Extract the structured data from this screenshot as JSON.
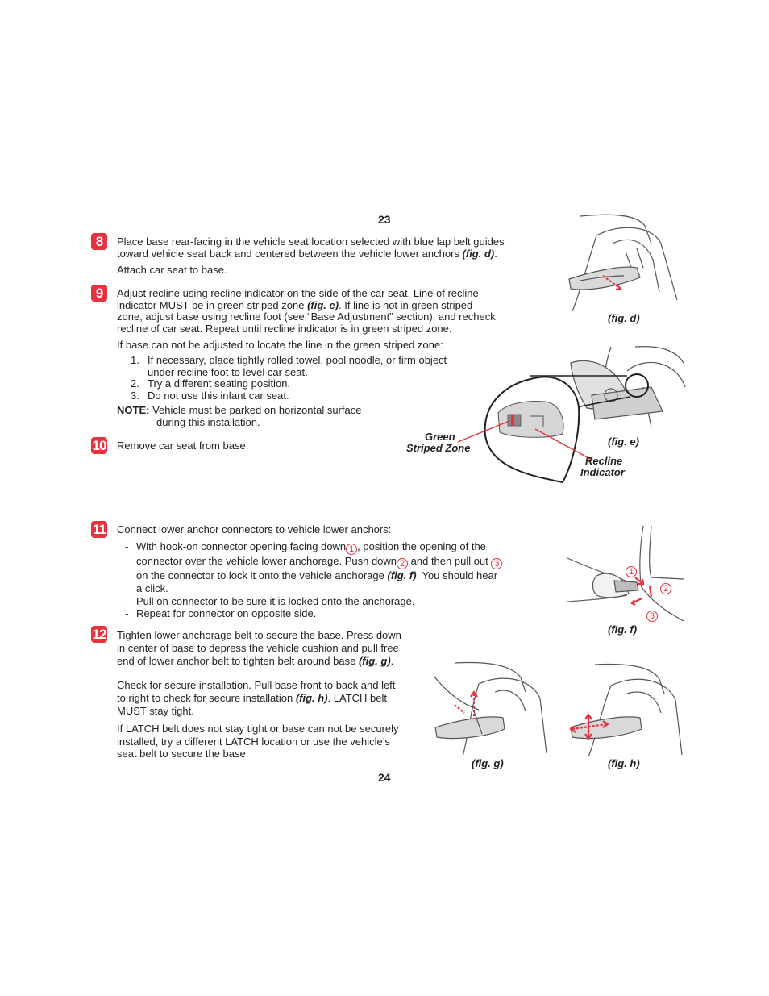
{
  "page_top": "23",
  "page_bottom": "24",
  "steps": {
    "s8": {
      "num": "8",
      "text1": "Place base rear-facing in the vehicle seat location selected with blue lap belt guides",
      "text2": "toward vehicle seat back and centered between the vehicle lower anchors ",
      "ref": "(fig. d)",
      "text2_end": ".",
      "text3": "Attach car seat to base."
    },
    "s9": {
      "num": "9",
      "l1": "Adjust recline using recline indicator on the side of the car seat. Line of recline",
      "l2a": "indicator MUST be in green striped zone ",
      "ref": "(fig. e)",
      "l2b": ". If line is not in green striped",
      "l3": "zone, adjust base using recline foot (see “Base Adjustment” section), and recheck",
      "l4": "recline of car seat. Repeat until recline indicator is in green striped zone.",
      "l5": "If base can not be adjusted to locate the line in the green striped zone:",
      "items": [
        {
          "n": "1.",
          "t1": "If necessary, place tightly rolled towel, pool noodle, or firm object",
          "t2": "under recline foot to level car seat."
        },
        {
          "n": "2.",
          "t1": "Try a different seating position."
        },
        {
          "n": "3.",
          "t1": "Do not use this infant car seat."
        }
      ],
      "note_label": "NOTE:",
      "note1": "Vehicle must be parked on horizontal surface",
      "note2": "during this installation."
    },
    "s10": {
      "num": "10",
      "text": "Remove car seat from base."
    },
    "s11": {
      "num": "11",
      "intro": "Connect lower anchor connectors to vehicle lower anchors:",
      "b1a": "With hook-on connector opening facing down",
      "c1": "1",
      "b1b": ", position the opening of the",
      "b1c": "connector over the vehicle lower anchorage. Push down",
      "c2": "2",
      "b1d": " and then pull out ",
      "c3": "3",
      "b1e": "on the connector to lock it  onto the vehicle anchorage ",
      "ref": "(fig. f)",
      "b1f": ". You should hear",
      "b1g": "a click.",
      "b2": "Pull on connector to be sure it is locked onto the anchorage.",
      "b3": "Repeat for connector on opposite side.",
      "dash": "-"
    },
    "s12": {
      "num": "12",
      "l1": "Tighten lower anchorage belt to secure the base. Press down",
      "l2": "in center of base to depress the vehicle cushion and pull free",
      "l3a": "end of lower anchor belt to tighten belt around base ",
      "ref_g": "(fig. g)",
      "l3b": ".",
      "p2a": "Check for secure installation. Pull base front to back and left",
      "p2b": "to right to check for secure installation ",
      "ref_h": "(fig. h)",
      "p2c": ". LATCH belt",
      "p2d": "MUST stay tight.",
      "p3a": "If LATCH belt does not stay tight or base can not be securely",
      "p3b": "installed, try a different LATCH location or use the vehicle’s",
      "p3c": "seat belt to secure the base."
    }
  },
  "figures": {
    "d": "(fig. d)",
    "e": "(fig. e)",
    "f": "(fig. f)",
    "g": "(fig. g)",
    "h": "(fig. h)",
    "green_zone_1": "Green",
    "green_zone_2": "Striped Zone",
    "recline_1": "Recline",
    "recline_2": "Indicator",
    "f_num1": "1",
    "f_num2": "2",
    "f_num3": "3"
  },
  "colors": {
    "accent": "#e8323d",
    "text": "#231f20",
    "line_art": "#555555"
  }
}
